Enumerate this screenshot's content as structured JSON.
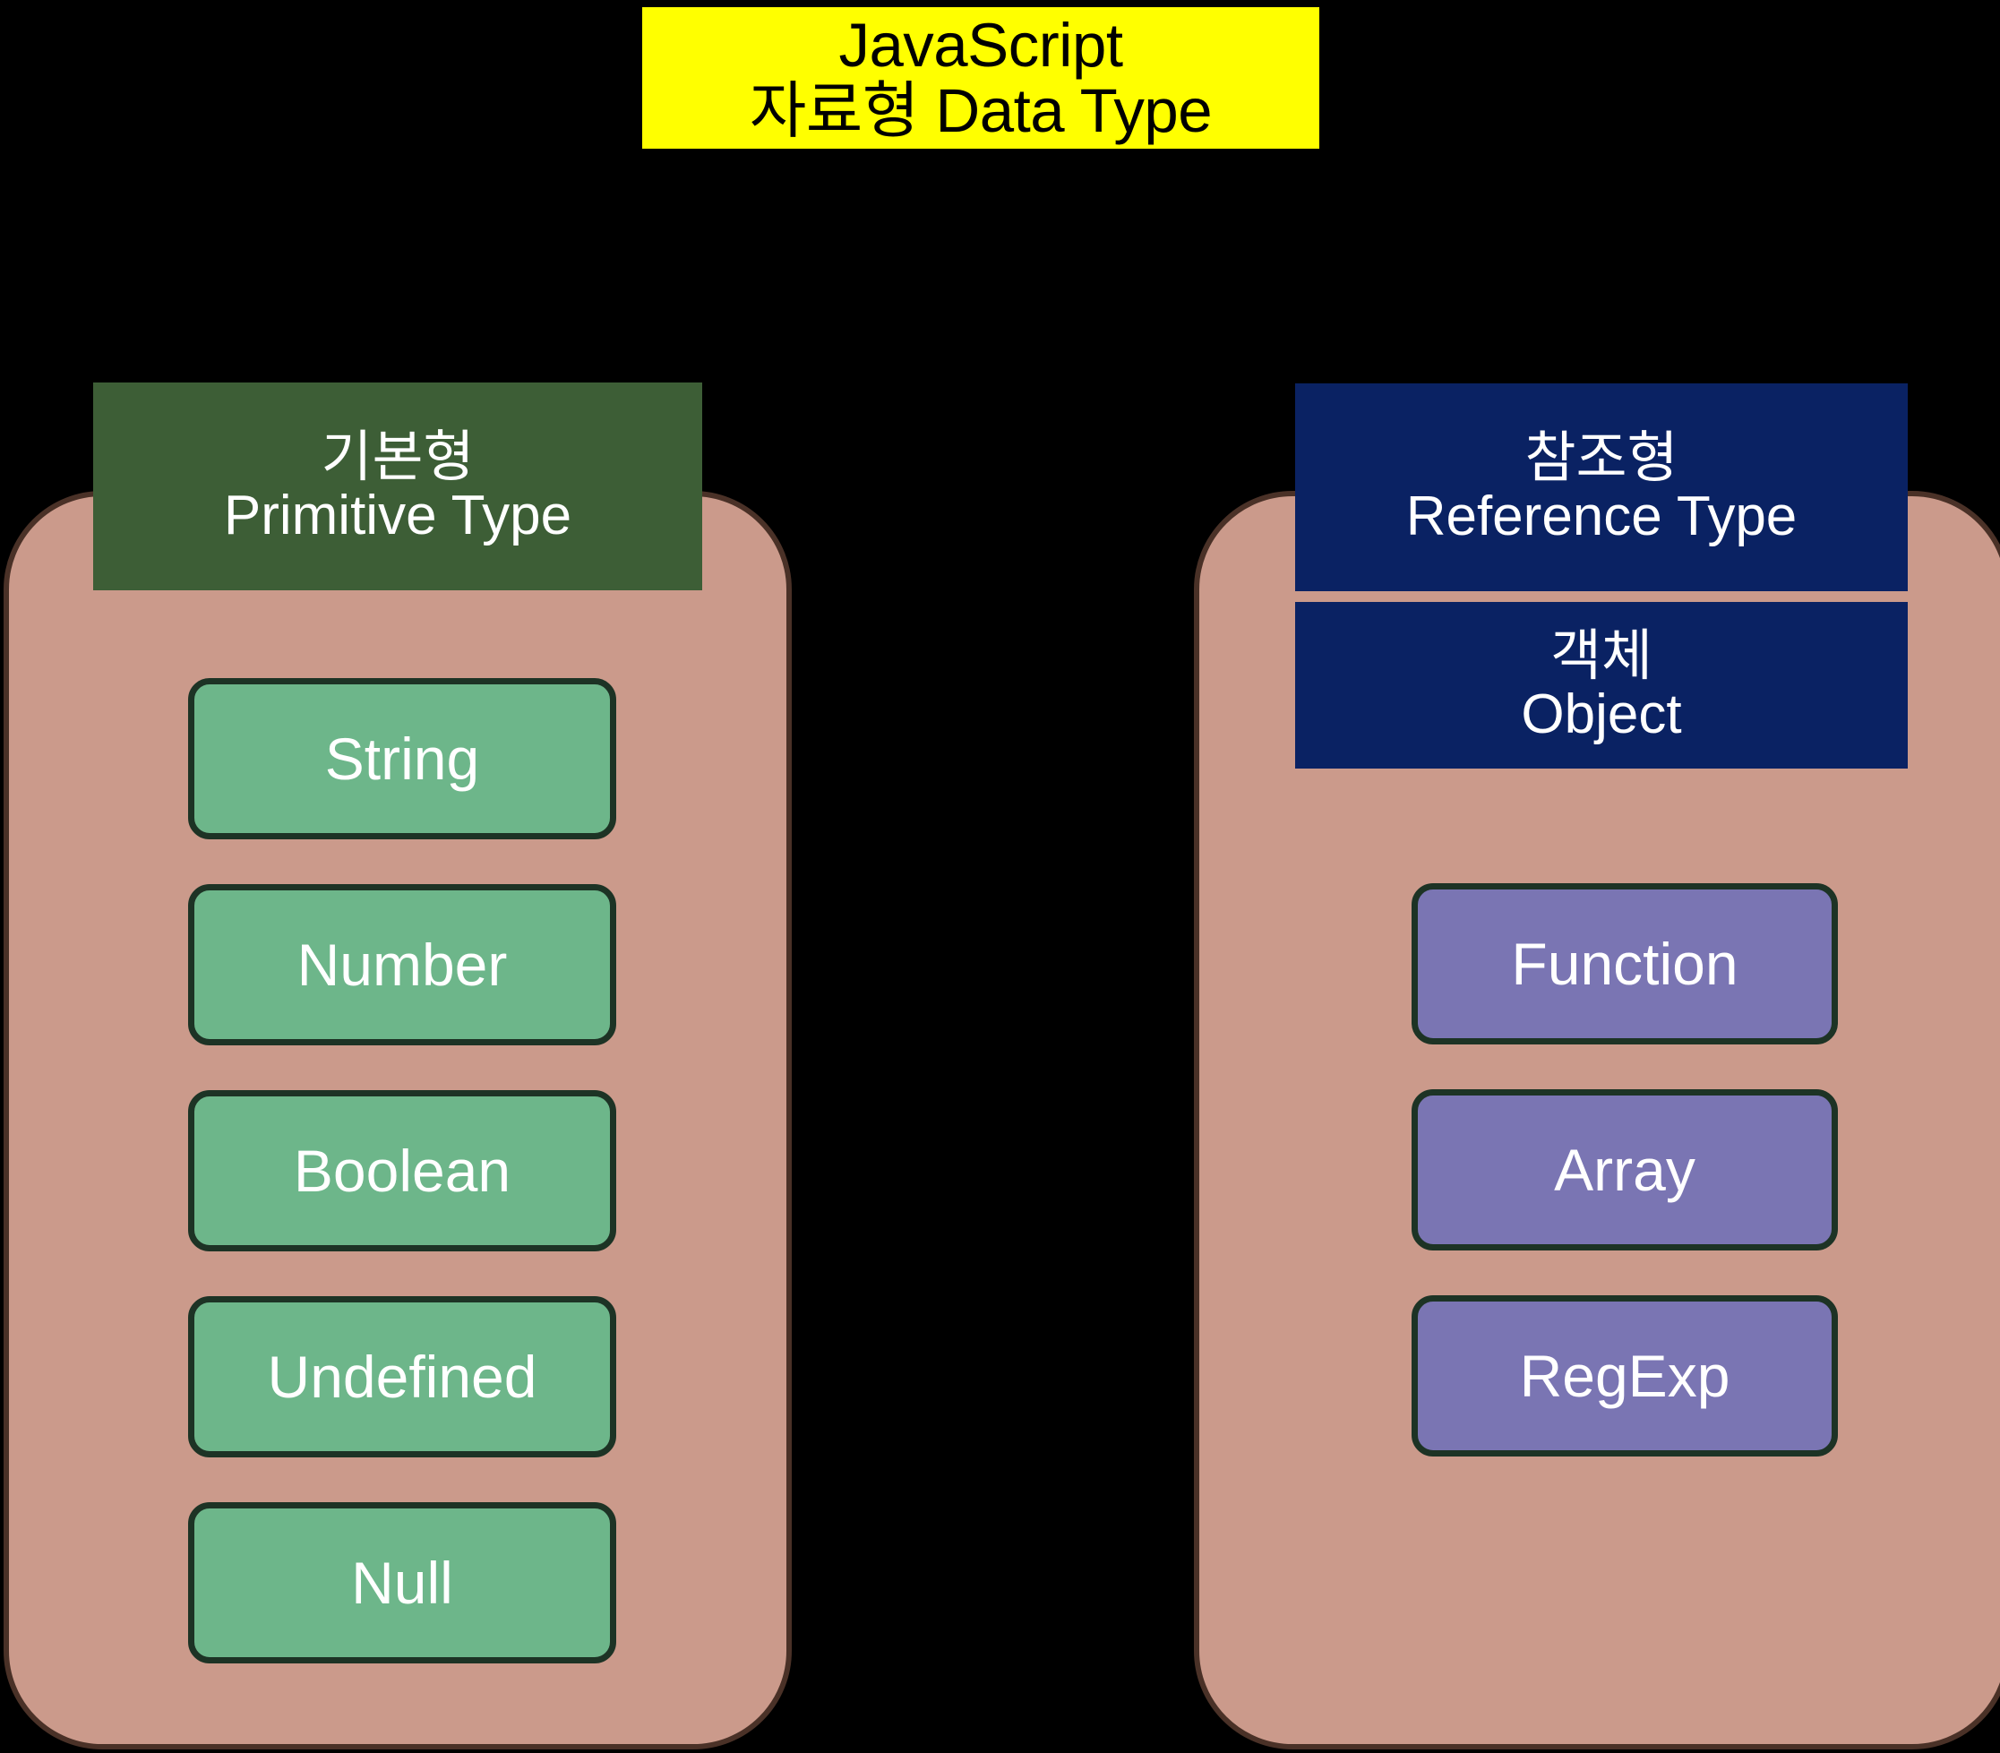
{
  "title": {
    "line1": "JavaScript",
    "line2": "자료형 Data Type",
    "background_color": "#FFFF00",
    "text_color": "#000000"
  },
  "colors": {
    "canvas": "#000000",
    "column_fill": "#CB9A8B",
    "column_border": "#4A3127",
    "primitive_banner": "#3D5E36",
    "reference_banner": "#0A2263",
    "primitive_pill": "#6DB68A",
    "reference_pill": "#7A75B3",
    "pill_border": "#1D3325",
    "pill_text": "#FFFFFF"
  },
  "columns": [
    {
      "id": "primitive",
      "banner": {
        "ko": "기본형",
        "en": "Primitive Type"
      },
      "items": [
        {
          "label": "String"
        },
        {
          "label": "Number"
        },
        {
          "label": "Boolean"
        },
        {
          "label": "Undefined"
        },
        {
          "label": "Null"
        }
      ]
    },
    {
      "id": "reference",
      "banner": {
        "ko": "참조형",
        "en": "Reference Type"
      },
      "subbanner": {
        "ko": "객체",
        "en": "Object"
      },
      "items": [
        {
          "label": "Function"
        },
        {
          "label": "Array"
        },
        {
          "label": "RegExp"
        }
      ]
    }
  ]
}
